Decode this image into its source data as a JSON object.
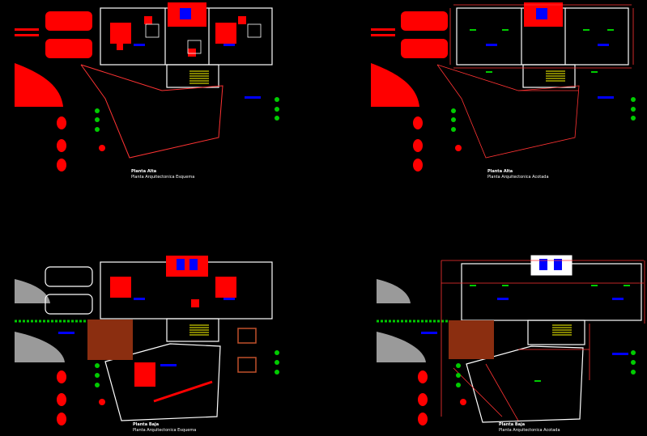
{
  "sheets": [
    {
      "title": "Planta Alta",
      "subtitle": "Planta Arquitectonica Esquema"
    },
    {
      "title": "Planta Alta",
      "subtitle": "Planta Arquitectonica Acotada"
    },
    {
      "title": "Planta Baja",
      "subtitle": "Planta Arquitectonica Esquema"
    },
    {
      "title": "Planta Baja",
      "subtitle": "Planta Arquitectonica Acotada"
    }
  ],
  "colors": {
    "background": "#000000",
    "walls": "#ffffff",
    "furniture": "#ff0000",
    "labels": "#0000ff",
    "vegetation": "#00cc00",
    "stairs": "#ffff00",
    "dimensions": "#ff3333",
    "paving": "#8b2e10",
    "ground": "#9a9a9a"
  }
}
